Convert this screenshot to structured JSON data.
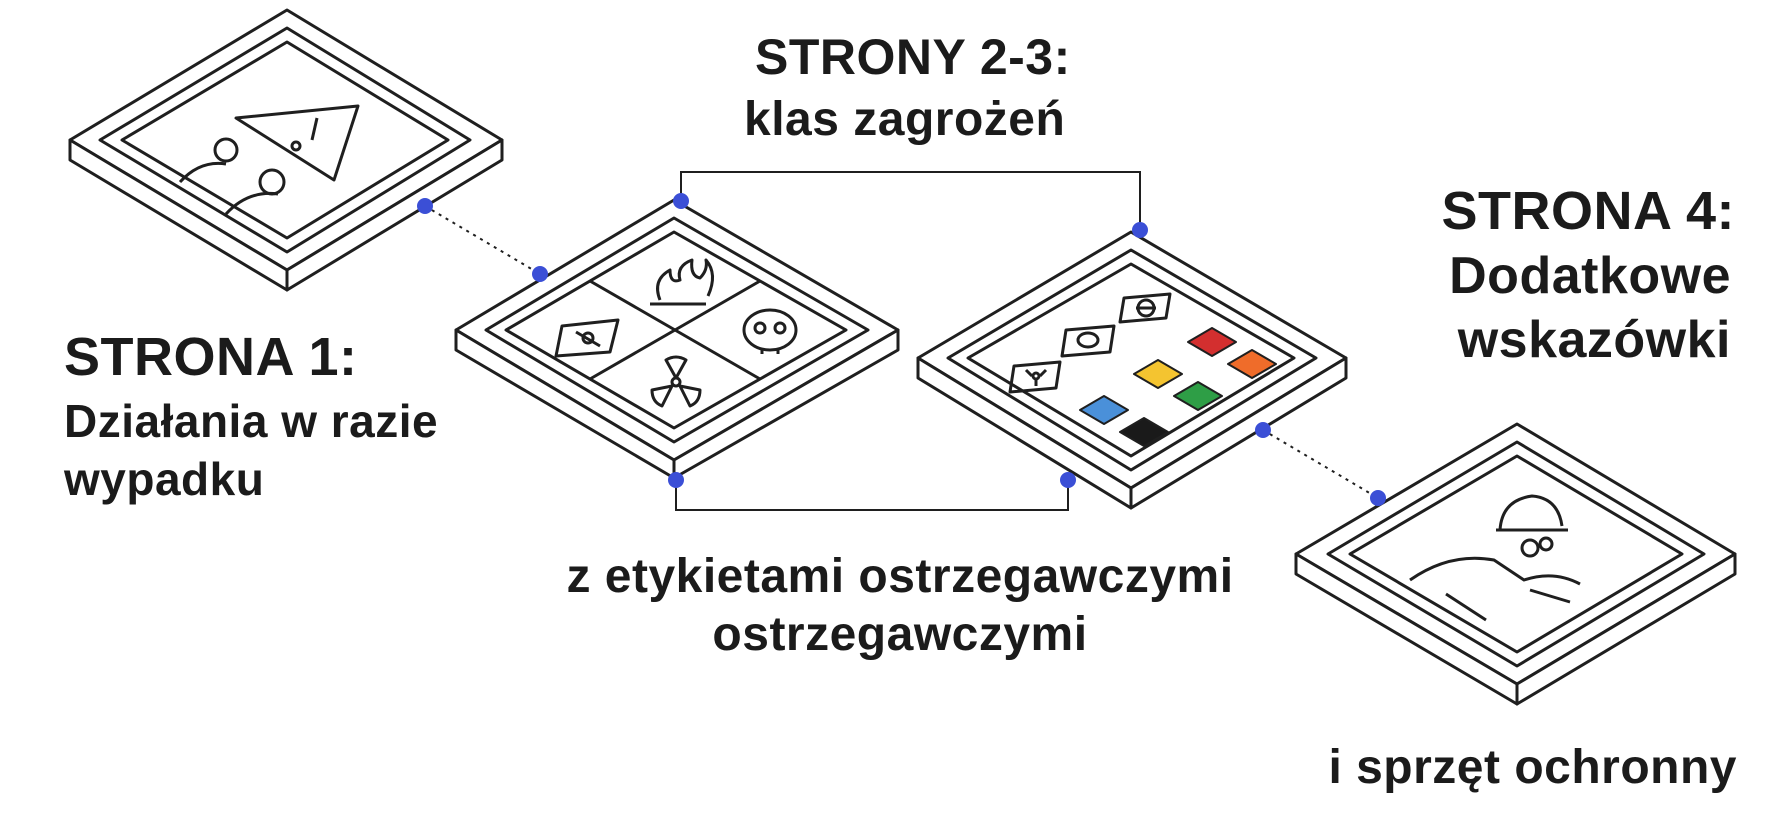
{
  "page1": {
    "title": "STRONA 1:",
    "description": "Działania w razie wypadku"
  },
  "pages23": {
    "title": "STRONY 2-3:",
    "description": "klas zagrożeń",
    "bottom_text": "z etykietami ostrzegawczymi ostrzegawczymi"
  },
  "page4": {
    "title": "STRONA 4:",
    "description": "Dodatkowe wskazówki",
    "bottom_text": "i sprzęt ochronny"
  },
  "colors": {
    "connector_dot": "#3b4fd6",
    "outline": "#1f1f1f",
    "swatches": [
      "#d32f2f",
      "#ef6c2a",
      "#f4c430",
      "#2e9e46",
      "#4a90d9",
      "#1a1a1a"
    ]
  },
  "icons": {
    "panel1": [
      "warning-triangle-icon",
      "people-icon"
    ],
    "panel2": [
      "fire-icon",
      "explosive-icon",
      "skull-icon",
      "radiation-icon"
    ],
    "panel3": [
      "radiation-icon",
      "skull-icon",
      "target-icon"
    ],
    "panel4": [
      "worker-with-gas-mask-icon"
    ]
  }
}
